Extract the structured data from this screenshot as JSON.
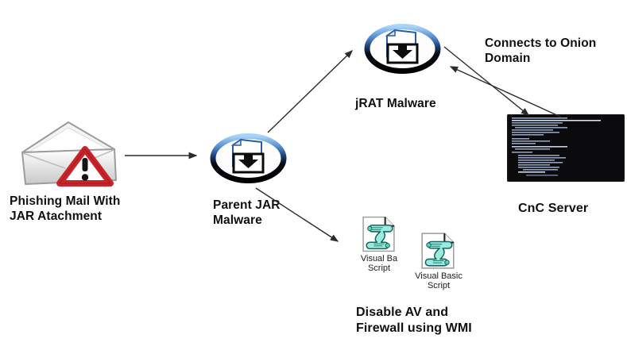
{
  "nodes": {
    "phishing_mail": {
      "icon": "envelope-warning-icon",
      "label": [
        "Phishing Mail With",
        "JAR Atachment"
      ]
    },
    "parent_jar": {
      "icon": "jar-download-icon",
      "label": [
        "Parent JAR",
        "Malware"
      ]
    },
    "jrat": {
      "icon": "jar-download-icon",
      "label": [
        "jRAT Malware"
      ]
    },
    "cnc_server": {
      "icon": "terminal-screenshot",
      "label": [
        "CnC Server"
      ]
    },
    "vbs_icon_1": {
      "icon": "vbscript-scroll-icon",
      "caption": [
        "Visual Ba",
        "Script"
      ]
    },
    "vbs_icon_2": {
      "icon": "vbscript-scroll-icon",
      "caption": [
        "Visual Basic",
        "Script"
      ]
    },
    "wmi_note": {
      "label": [
        "Disable AV and",
        "Firewall using WMI"
      ]
    }
  },
  "annotations": {
    "onion_label": [
      "Connects to Onion",
      "Domain"
    ]
  },
  "edges": [
    {
      "from": "phishing-mail",
      "to": "parent-jar-malware"
    },
    {
      "from": "parent-jar-malware",
      "to": "jrat-malware"
    },
    {
      "from": "parent-jar-malware",
      "to": "vbscript-files"
    },
    {
      "from": "jrat-malware",
      "to": "cnc-server",
      "label": "Connects to Onion Domain"
    },
    {
      "from": "cnc-server",
      "to": "jrat-malware"
    }
  ],
  "colors": {
    "background": "#ffffff",
    "label_text": "#101010",
    "arrow": "#2b2b2b",
    "warning_red": "#c8242b",
    "jar_rim_blue": "#5b93d6",
    "jar_page_blue": "#2a5ca8",
    "vbs_teal": "#9beadf",
    "terminal_bg": "#0b0b0e",
    "terminal_text": "#93a2bd"
  }
}
